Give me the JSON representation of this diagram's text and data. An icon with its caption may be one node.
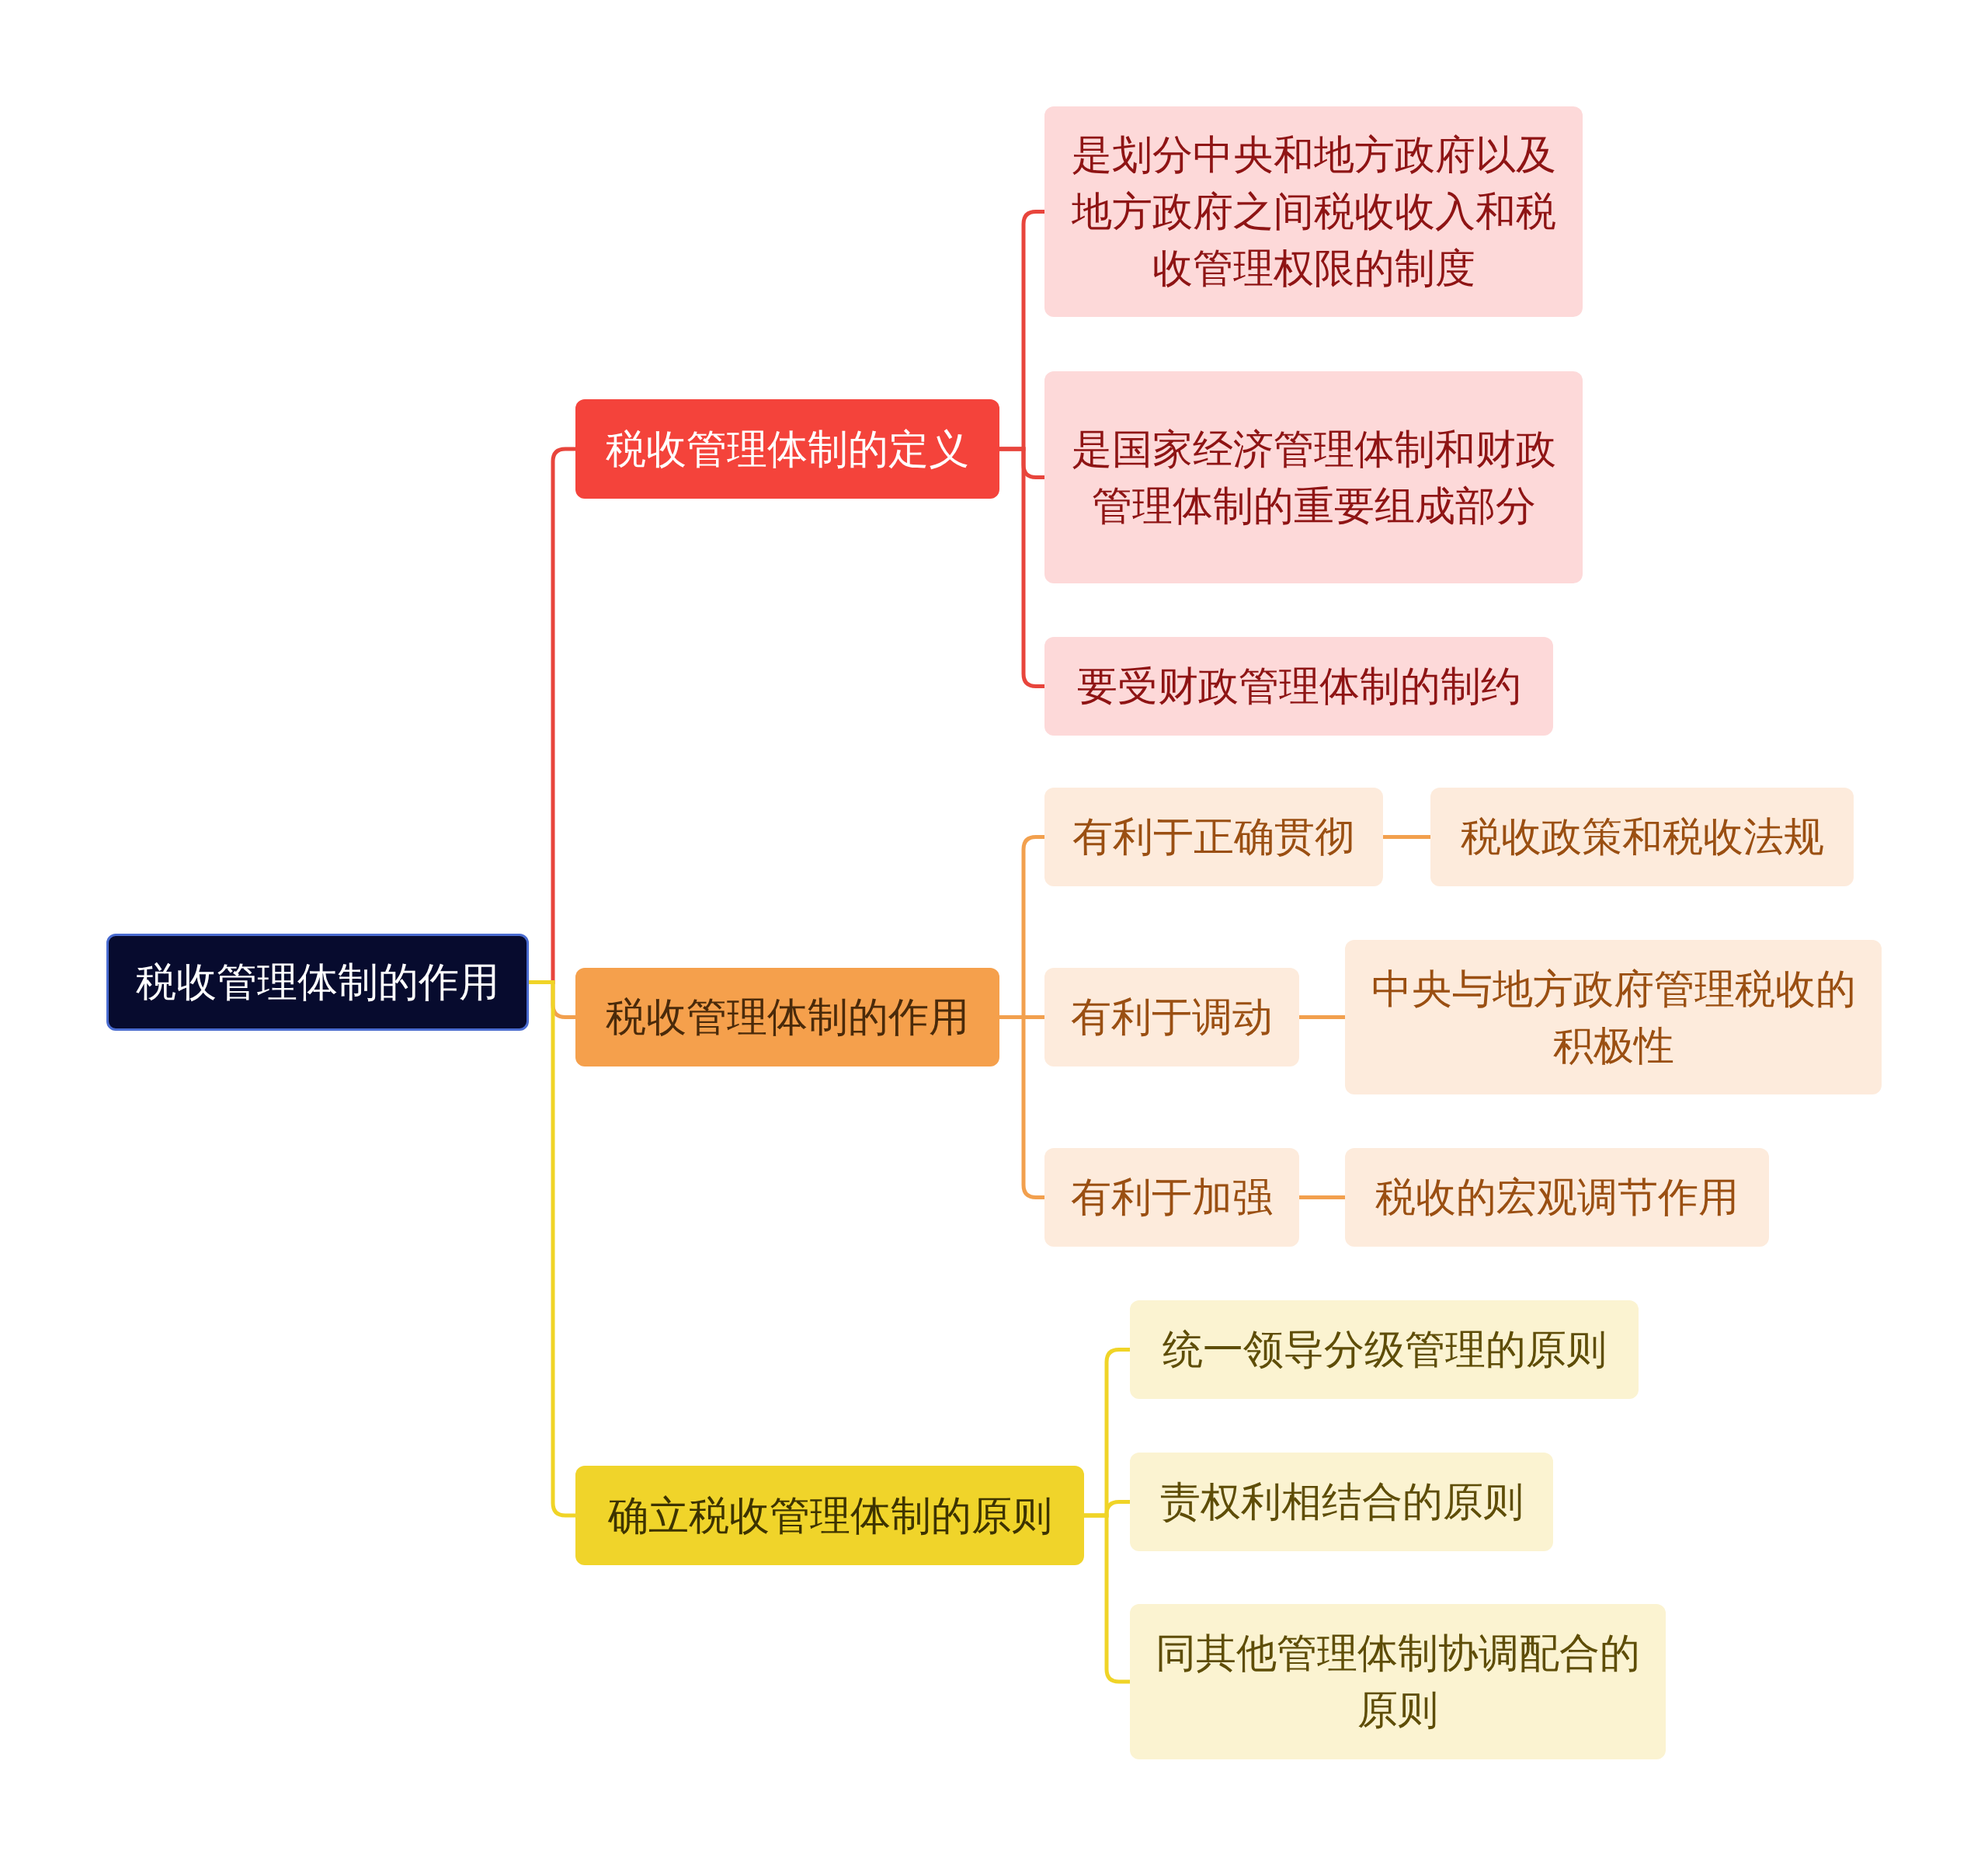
{
  "diagram": {
    "nodes": [
      {
        "text": [
          "税收管理体制的作用"
        ]
      },
      {
        "text": [
          "税收管理体制的定义"
        ]
      },
      {
        "text": [
          "是划分中央和地方政府以及地方政府之间税收收入和税收管理权限的制度"
        ]
      },
      {
        "text": [
          "是国家经济管理体制和财政管理体制的重要组成部分"
        ]
      },
      {
        "text": [
          "要受财政管理体制的制约"
        ]
      },
      {
        "text": [
          "税收管理体制的作用"
        ]
      },
      {
        "text": [
          "有利于正确贯彻"
        ]
      },
      {
        "text": [
          "税收政策和税收法规"
        ]
      },
      {
        "text": [
          "有利于调动"
        ]
      },
      {
        "text": [
          "中央与地方政府管理税收的积极性"
        ]
      },
      {
        "text": [
          "有利于加强"
        ]
      },
      {
        "text": [
          "税收的宏观调节作用"
        ]
      },
      {
        "text": [
          "确立税收管理体制的原则"
        ]
      },
      {
        "text": [
          "统一领导分级管理的原则"
        ]
      },
      {
        "text": [
          "责权利相结合的原则"
        ]
      },
      {
        "text": [
          "同其他管理体制协调配合的原则"
        ]
      }
    ],
    "edges": [
      {
        "from": 0,
        "to": 1,
        "arrow": "none",
        "color": "#e8453c"
      },
      {
        "from": 0,
        "to": 5,
        "arrow": "none",
        "color": "#f2a04e"
      },
      {
        "from": 0,
        "to": 12,
        "arrow": "none",
        "color": "#f0d427"
      },
      {
        "from": 1,
        "to": 2,
        "arrow": "none",
        "color": "#e8453c"
      },
      {
        "from": 1,
        "to": 3,
        "arrow": "none",
        "color": "#e8453c"
      },
      {
        "from": 1,
        "to": 4,
        "arrow": "none",
        "color": "#e8453c"
      },
      {
        "from": 5,
        "to": 6,
        "arrow": "none",
        "color": "#f2a04e"
      },
      {
        "from": 5,
        "to": 8,
        "arrow": "none",
        "color": "#f2a04e"
      },
      {
        "from": 5,
        "to": 10,
        "arrow": "none",
        "color": "#f2a04e"
      },
      {
        "from": 6,
        "to": 7,
        "arrow": "none",
        "color": "#f2a04e"
      },
      {
        "from": 8,
        "to": 9,
        "arrow": "none",
        "color": "#f2a04e"
      },
      {
        "from": 10,
        "to": 11,
        "arrow": "none",
        "color": "#f2a04e"
      },
      {
        "from": 12,
        "to": 13,
        "arrow": "none",
        "color": "#f0d427"
      },
      {
        "from": 12,
        "to": 14,
        "arrow": "none",
        "color": "#f0d427"
      },
      {
        "from": 12,
        "to": 15,
        "arrow": "none",
        "color": "#f0d427"
      }
    ]
  }
}
